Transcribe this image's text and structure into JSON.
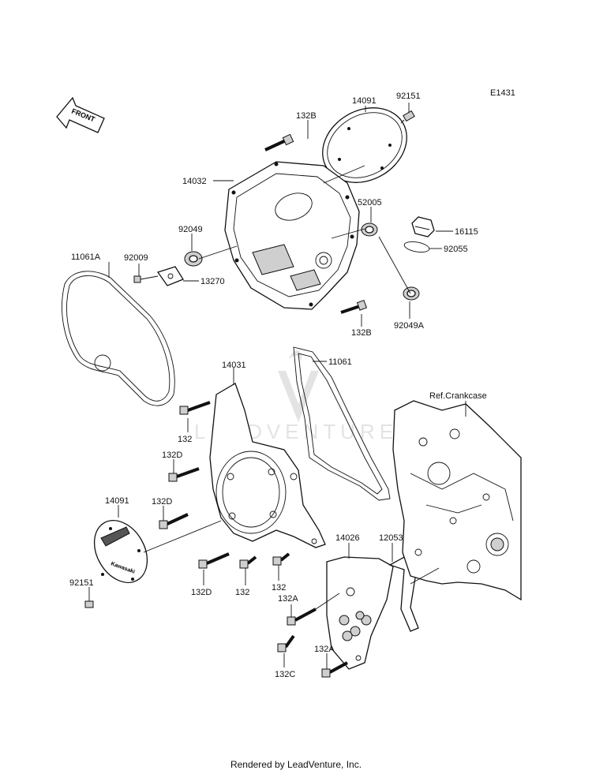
{
  "diagram_code": "E1431",
  "front_arrow_label": "FRONT",
  "watermark_text": "LEADVENTURE",
  "reference_label": "Ref.Crankcase",
  "cover_emblem_text": "Kawasaki",
  "footer_text": "Rendered by LeadVenture, Inc.",
  "callouts": [
    {
      "id": "p-132b-top",
      "label": "132B"
    },
    {
      "id": "p-14091-top",
      "label": "14091"
    },
    {
      "id": "p-92151-top",
      "label": "92151"
    },
    {
      "id": "p-14032",
      "label": "14032"
    },
    {
      "id": "p-52005",
      "label": "52005"
    },
    {
      "id": "p-92049",
      "label": "92049"
    },
    {
      "id": "p-16115",
      "label": "16115"
    },
    {
      "id": "p-92055",
      "label": "92055"
    },
    {
      "id": "p-11061a",
      "label": "11061A"
    },
    {
      "id": "p-92009",
      "label": "92009"
    },
    {
      "id": "p-13270",
      "label": "13270"
    },
    {
      "id": "p-132b-bottom",
      "label": "132B"
    },
    {
      "id": "p-92049a",
      "label": "92049A"
    },
    {
      "id": "p-14031",
      "label": "14031"
    },
    {
      "id": "p-11061",
      "label": "11061"
    },
    {
      "id": "p-132-a",
      "label": "132"
    },
    {
      "id": "p-132d-a",
      "label": "132D"
    },
    {
      "id": "p-14091-bottom",
      "label": "14091"
    },
    {
      "id": "p-132d-b",
      "label": "132D"
    },
    {
      "id": "p-14026",
      "label": "14026"
    },
    {
      "id": "p-12053",
      "label": "12053"
    },
    {
      "id": "p-92151-bottom",
      "label": "92151"
    },
    {
      "id": "p-132d-c",
      "label": "132D"
    },
    {
      "id": "p-132-b",
      "label": "132"
    },
    {
      "id": "p-132-c",
      "label": "132"
    },
    {
      "id": "p-132a-a",
      "label": "132A"
    },
    {
      "id": "p-132a-b",
      "label": "132A"
    },
    {
      "id": "p-132c",
      "label": "132C"
    }
  ]
}
